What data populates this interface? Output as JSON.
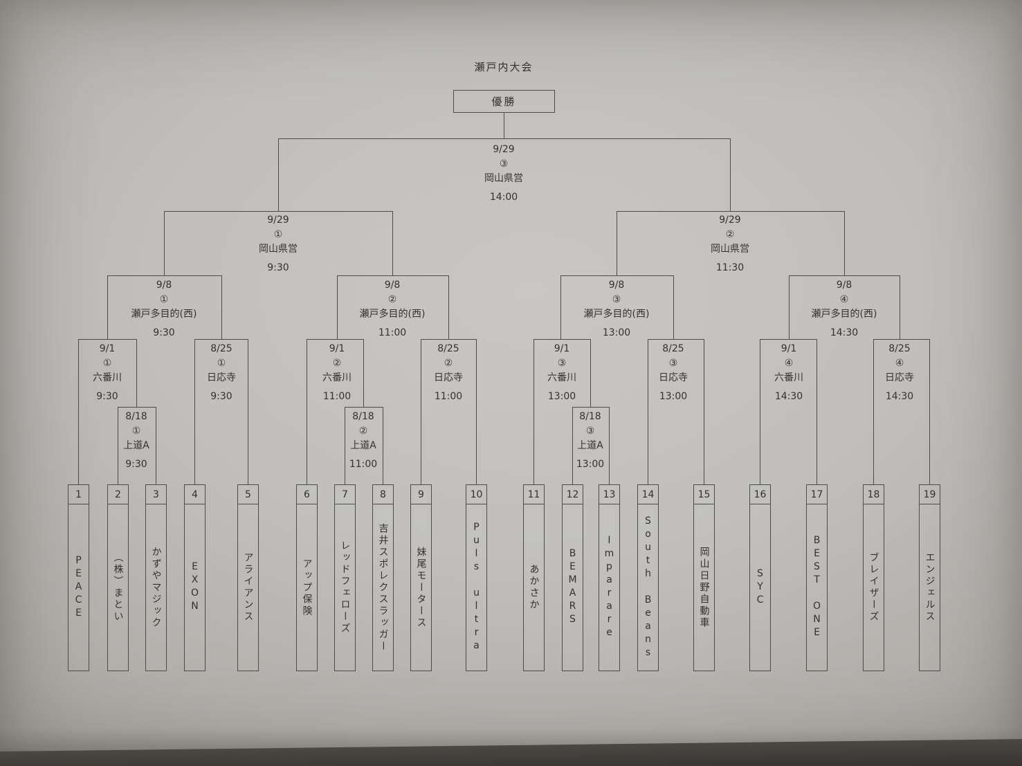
{
  "title": "瀬戸内大会",
  "champion_label": "優勝",
  "colors": {
    "ink": "#33312e",
    "line": "#4d4b48",
    "paper": "#c1bfbc"
  },
  "rounds": {
    "final": {
      "date": "9/29",
      "no": "③",
      "venue": "岡山県営",
      "time": "14:00"
    },
    "sf_left": {
      "date": "9/29",
      "no": "①",
      "venue": "岡山県営",
      "time": "9:30"
    },
    "sf_right": {
      "date": "9/29",
      "no": "②",
      "venue": "岡山県営",
      "time": "11:30"
    },
    "qf1": {
      "date": "9/8",
      "no": "①",
      "venue": "瀬戸多目的(西)",
      "time": "9:30"
    },
    "qf2": {
      "date": "9/8",
      "no": "②",
      "venue": "瀬戸多目的(西)",
      "time": "11:00"
    },
    "qf3": {
      "date": "9/8",
      "no": "③",
      "venue": "瀬戸多目的(西)",
      "time": "13:00"
    },
    "qf4": {
      "date": "9/8",
      "no": "④",
      "venue": "瀬戸多目的(西)",
      "time": "14:30"
    },
    "r1_1": {
      "date": "9/1",
      "no": "①",
      "venue": "六番川",
      "time": "9:30"
    },
    "r1_2": {
      "date": "8/25",
      "no": "①",
      "venue": "日応寺",
      "time": "9:30"
    },
    "r1_3": {
      "date": "9/1",
      "no": "②",
      "venue": "六番川",
      "time": "11:00"
    },
    "r1_4": {
      "date": "8/25",
      "no": "②",
      "venue": "日応寺",
      "time": "11:00"
    },
    "r1_5": {
      "date": "9/1",
      "no": "③",
      "venue": "六番川",
      "time": "13:00"
    },
    "r1_6": {
      "date": "8/25",
      "no": "③",
      "venue": "日応寺",
      "time": "13:00"
    },
    "r1_7": {
      "date": "9/1",
      "no": "④",
      "venue": "六番川",
      "time": "14:30"
    },
    "r1_8": {
      "date": "8/25",
      "no": "④",
      "venue": "日応寺",
      "time": "14:30"
    },
    "p1": {
      "date": "8/18",
      "no": "①",
      "venue": "上道A",
      "time": "9:30"
    },
    "p2": {
      "date": "8/18",
      "no": "②",
      "venue": "上道A",
      "time": "11:00"
    },
    "p3": {
      "date": "8/18",
      "no": "③",
      "venue": "上道A",
      "time": "13:00"
    }
  },
  "teams": [
    {
      "seed": "1",
      "name": "PEACE"
    },
    {
      "seed": "2",
      "name": "（株）まとい"
    },
    {
      "seed": "3",
      "name": "かずやマジック"
    },
    {
      "seed": "4",
      "name": "EXON"
    },
    {
      "seed": "5",
      "name": "アライアンス"
    },
    {
      "seed": "6",
      "name": "アップ保険"
    },
    {
      "seed": "7",
      "name": "レッドフェローズ"
    },
    {
      "seed": "8",
      "name": "吉井スポレクスラッガー"
    },
    {
      "seed": "9",
      "name": "妹尾モータース"
    },
    {
      "seed": "10",
      "name": "Puls ultra"
    },
    {
      "seed": "11",
      "name": "あかさか"
    },
    {
      "seed": "12",
      "name": "BEMARS"
    },
    {
      "seed": "13",
      "name": "Imparare"
    },
    {
      "seed": "14",
      "name": "South Beans"
    },
    {
      "seed": "15",
      "name": "岡山日野自動車"
    },
    {
      "seed": "16",
      "name": "SYC"
    },
    {
      "seed": "17",
      "name": "BEST ONE"
    },
    {
      "seed": "18",
      "name": "ブレイザーズ"
    },
    {
      "seed": "19",
      "name": "エンジェルス"
    }
  ]
}
